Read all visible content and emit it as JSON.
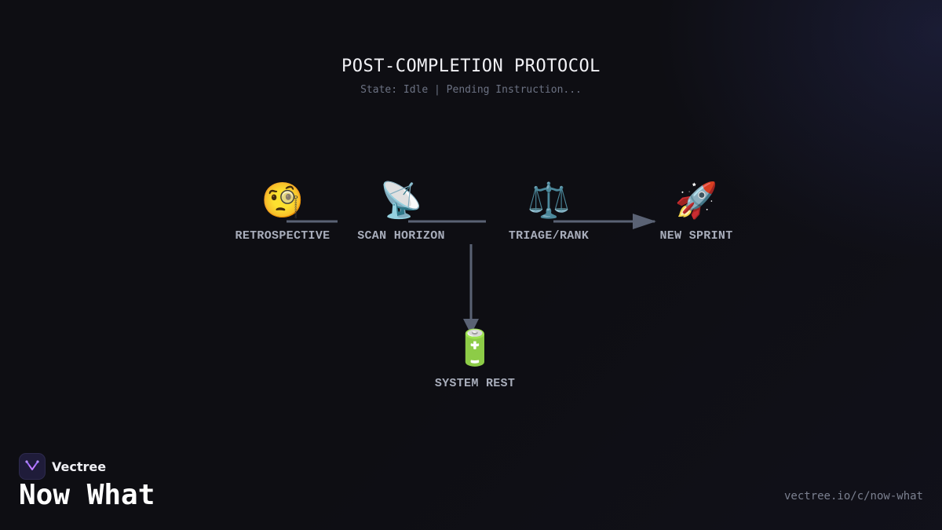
{
  "header": {
    "title": "POST-COMPLETION PROTOCOL",
    "subtitle": "State: Idle | Pending Instruction..."
  },
  "nodes": [
    {
      "label": "RETROSPECTIVE",
      "icon": "🧐",
      "icon_name": "monocle-face-icon"
    },
    {
      "label": "SCAN HORIZON",
      "icon": "📡",
      "icon_name": "satellite-dish-icon"
    },
    {
      "label": "TRIAGE/RANK",
      "icon": "⚖️",
      "icon_name": "balance-scale-icon"
    },
    {
      "label": "NEW SPRINT",
      "icon": "🚀",
      "icon_name": "rocket-icon"
    },
    {
      "label": "SYSTEM REST",
      "icon": "🔋",
      "icon_name": "battery-icon"
    }
  ],
  "colors": {
    "background": "#0e0e13",
    "connector": "#5a6274",
    "label": "#a8adbb",
    "accent": "#8b5cf6"
  },
  "brand": {
    "name": "Vectree",
    "page_name": "Now What",
    "url": "vectree.io/c/now-what",
    "logo_icon": "vectree-logo-icon"
  }
}
